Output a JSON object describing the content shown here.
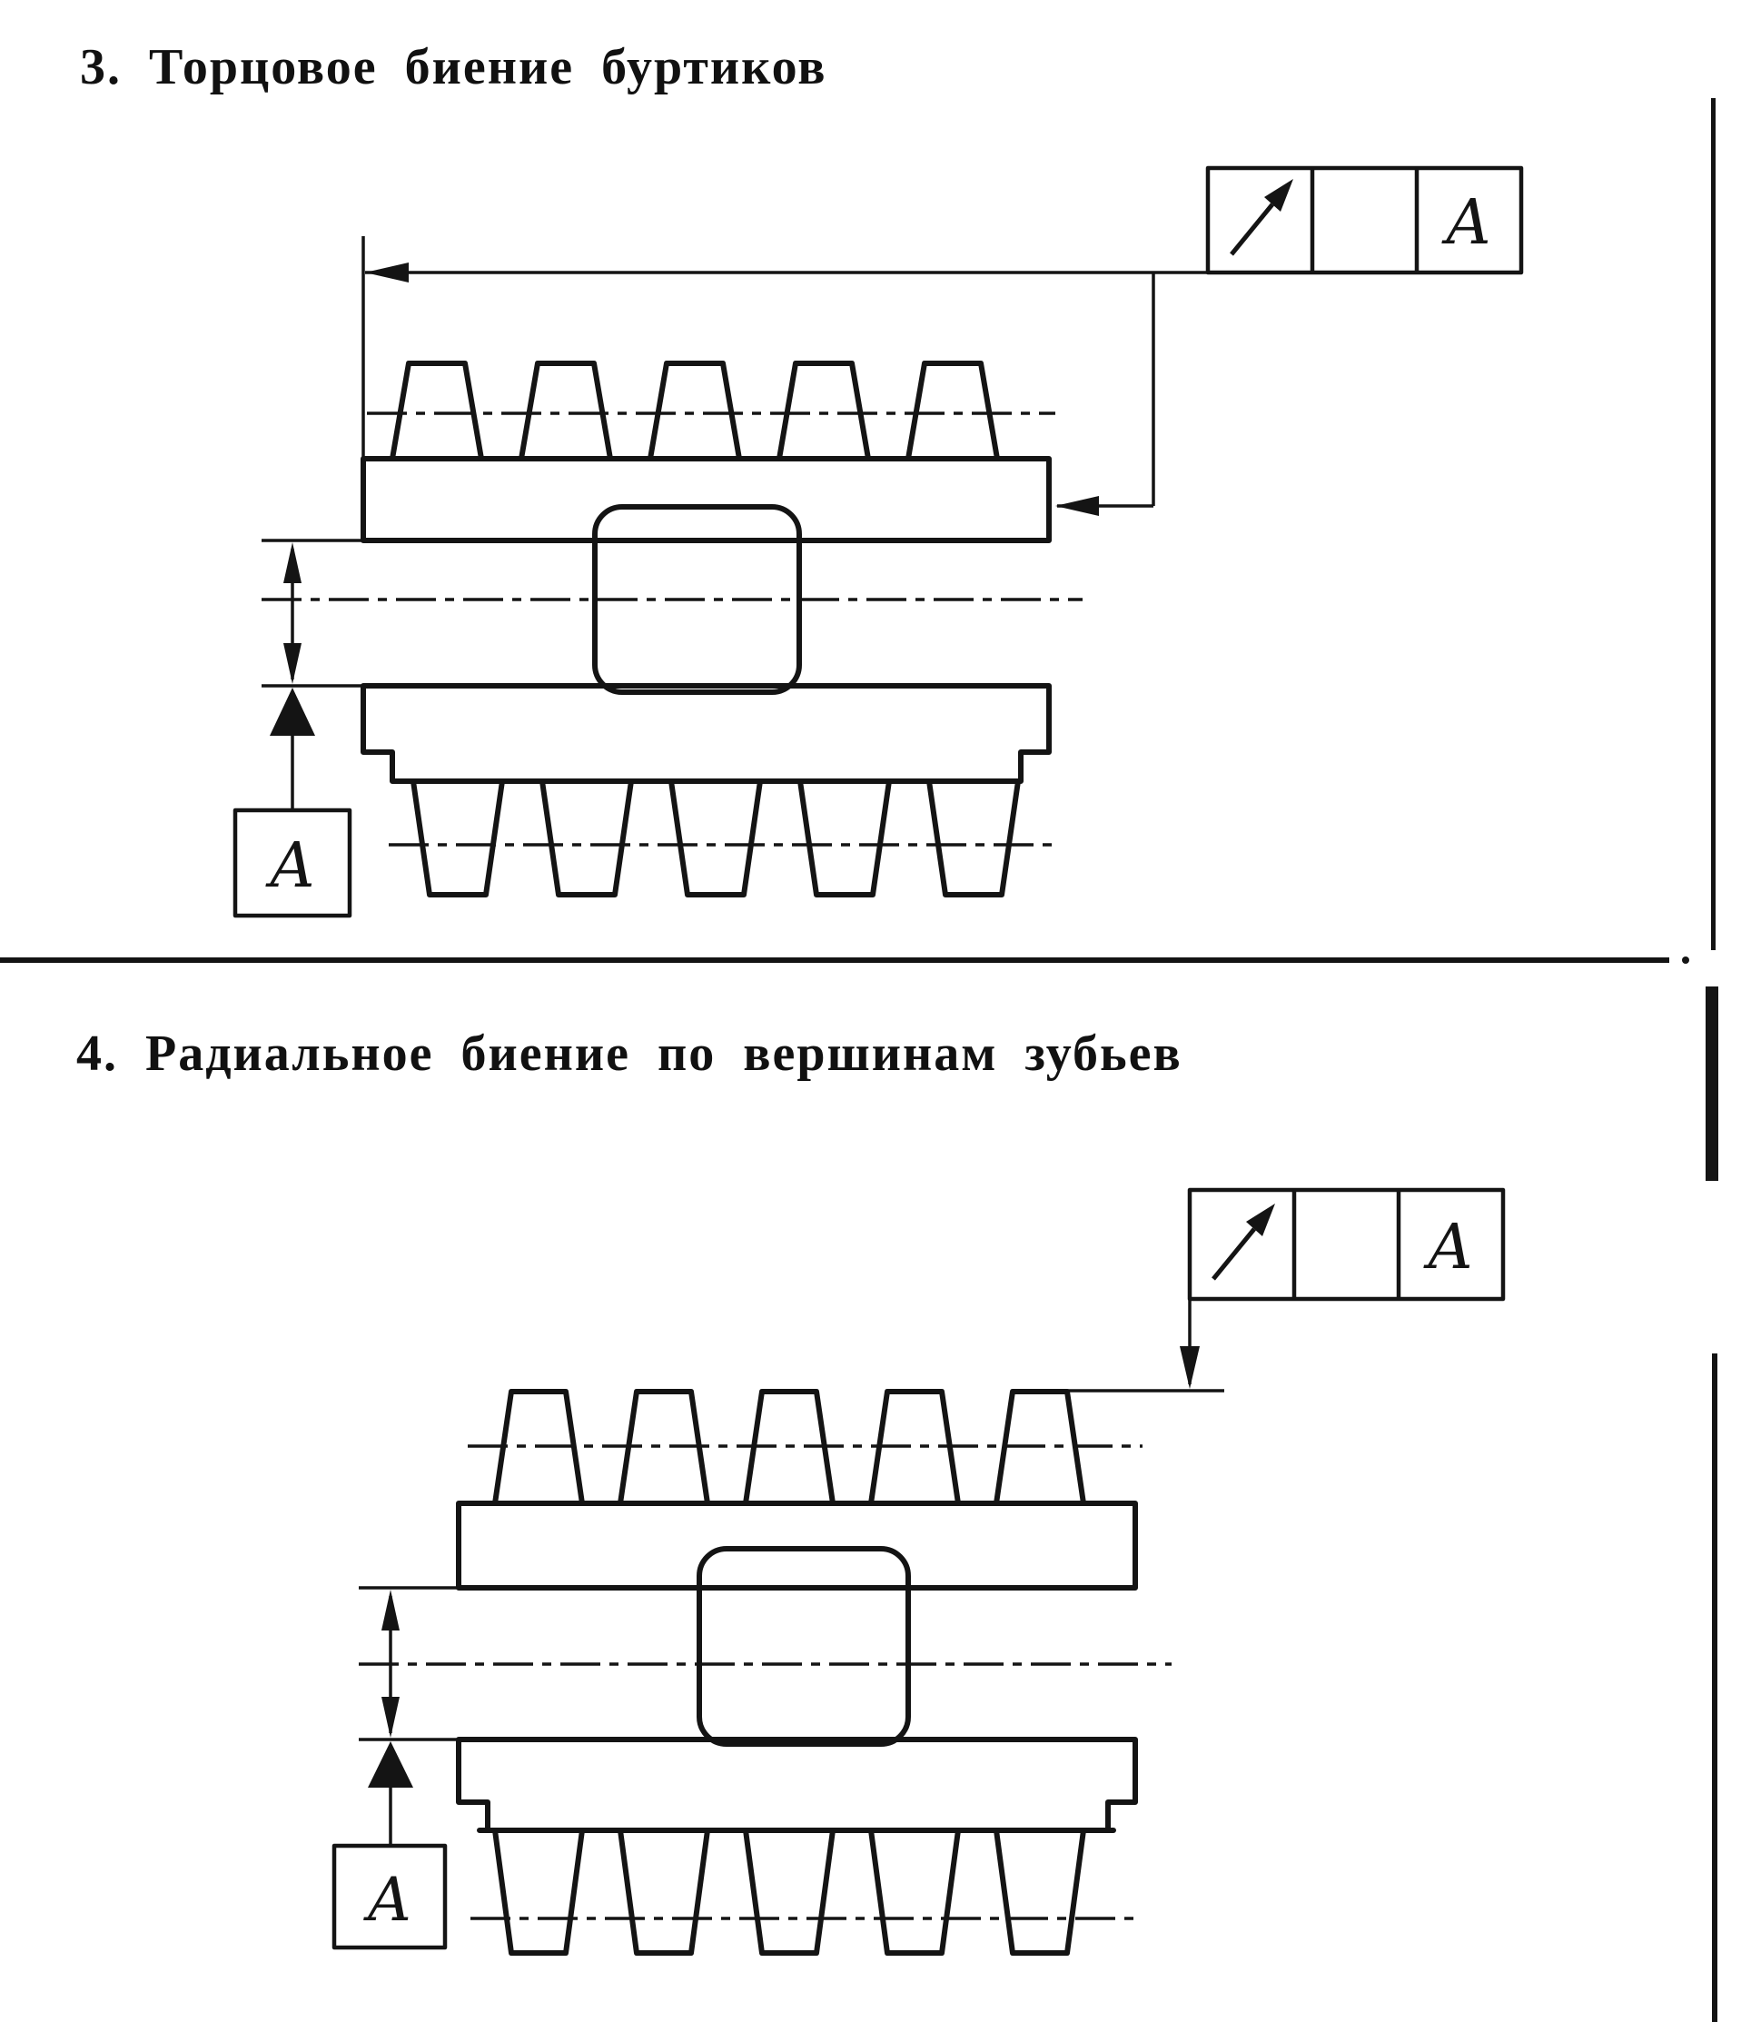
{
  "page": {
    "background": "#ffffff",
    "ink": "#141414"
  },
  "figures": [
    {
      "id": "figure-3",
      "heading": "3. Торцовое биение буртиков",
      "tolerance_frame": {
        "symbol_icon": "runout-arrow-icon",
        "tolerance_value": "",
        "datum_ref": "A"
      },
      "datum_feature_label": "A"
    },
    {
      "id": "figure-4",
      "heading": "4. Радиальное биение по вершинам зубьев",
      "tolerance_frame": {
        "symbol_icon": "runout-arrow-icon",
        "tolerance_value": "",
        "datum_ref": "A"
      },
      "datum_feature_label": "A"
    }
  ]
}
